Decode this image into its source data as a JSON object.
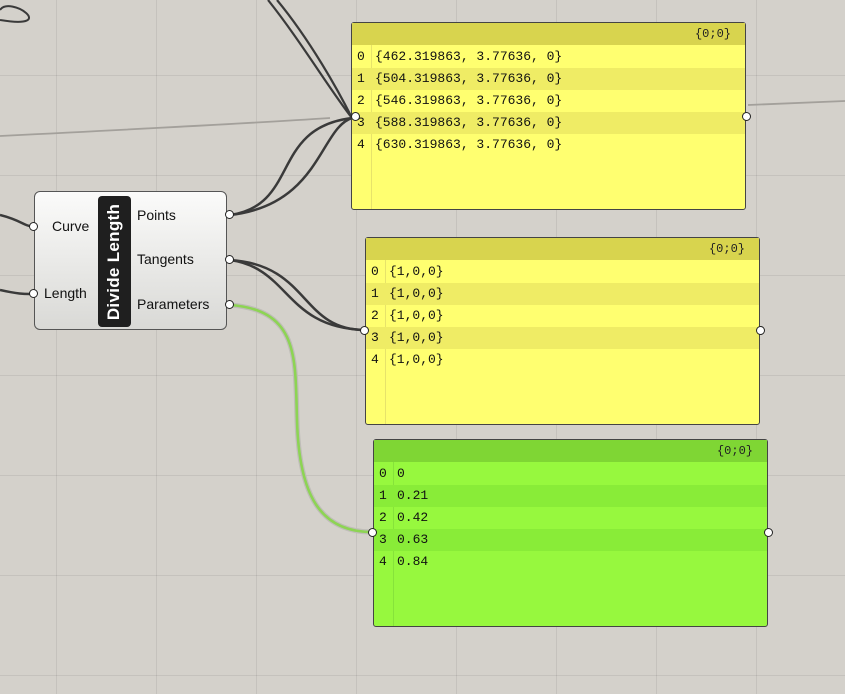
{
  "component": {
    "name": "Divide Length",
    "inputs": [
      "Curve",
      "Length"
    ],
    "outputs": [
      "Points",
      "Tangents",
      "Parameters"
    ]
  },
  "panels": [
    {
      "path": "{0;0}",
      "color": "#ffff70",
      "rows": [
        {
          "i": "0",
          "v": "{462.319863, 3.77636, 0}"
        },
        {
          "i": "1",
          "v": "{504.319863, 3.77636, 0}"
        },
        {
          "i": "2",
          "v": "{546.319863, 3.77636, 0}"
        },
        {
          "i": "3",
          "v": "{588.319863, 3.77636, 0}"
        },
        {
          "i": "4",
          "v": "{630.319863, 3.77636, 0}"
        }
      ]
    },
    {
      "path": "{0;0}",
      "color": "#ffff70",
      "rows": [
        {
          "i": "0",
          "v": "{1,0,0}"
        },
        {
          "i": "1",
          "v": "{1,0,0}"
        },
        {
          "i": "2",
          "v": "{1,0,0}"
        },
        {
          "i": "3",
          "v": "{1,0,0}"
        },
        {
          "i": "4",
          "v": "{1,0,0}"
        }
      ]
    },
    {
      "path": "{0;0}",
      "color": "#97f83e",
      "rows": [
        {
          "i": "0",
          "v": "0"
        },
        {
          "i": "1",
          "v": "0.21"
        },
        {
          "i": "2",
          "v": "0.42"
        },
        {
          "i": "3",
          "v": "0.63"
        },
        {
          "i": "4",
          "v": "0.84"
        }
      ]
    }
  ]
}
